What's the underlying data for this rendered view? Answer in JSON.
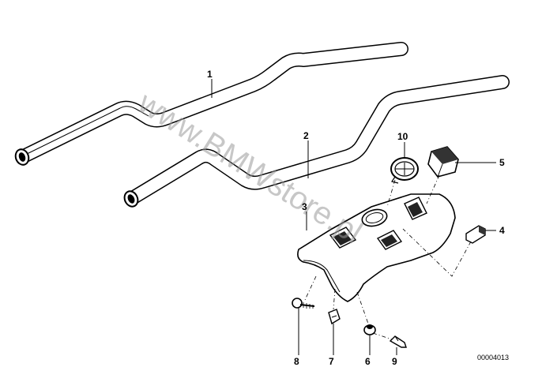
{
  "watermark": "www.BMWstore.pl",
  "drawing_number": "00004013",
  "callouts": [
    "1",
    "2",
    "3",
    "4",
    "5",
    "6",
    "7",
    "8",
    "9",
    "10"
  ]
}
